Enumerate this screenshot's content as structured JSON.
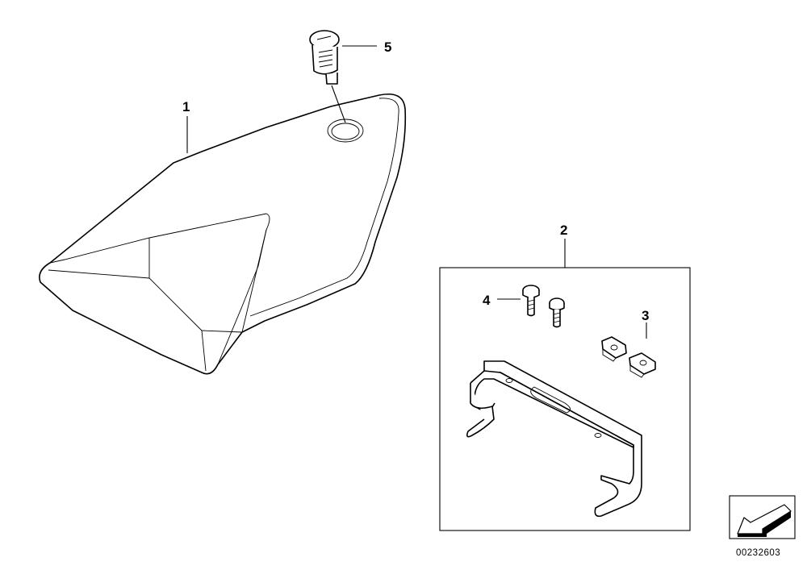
{
  "callouts": {
    "seat_cover": "1",
    "mounting_kit": "2",
    "clip_nut": "3",
    "screw": "4",
    "lock_cylinder": "5"
  },
  "document_number": "00232603",
  "icons": {
    "reference_badge": "arrow-down-left-icon"
  }
}
